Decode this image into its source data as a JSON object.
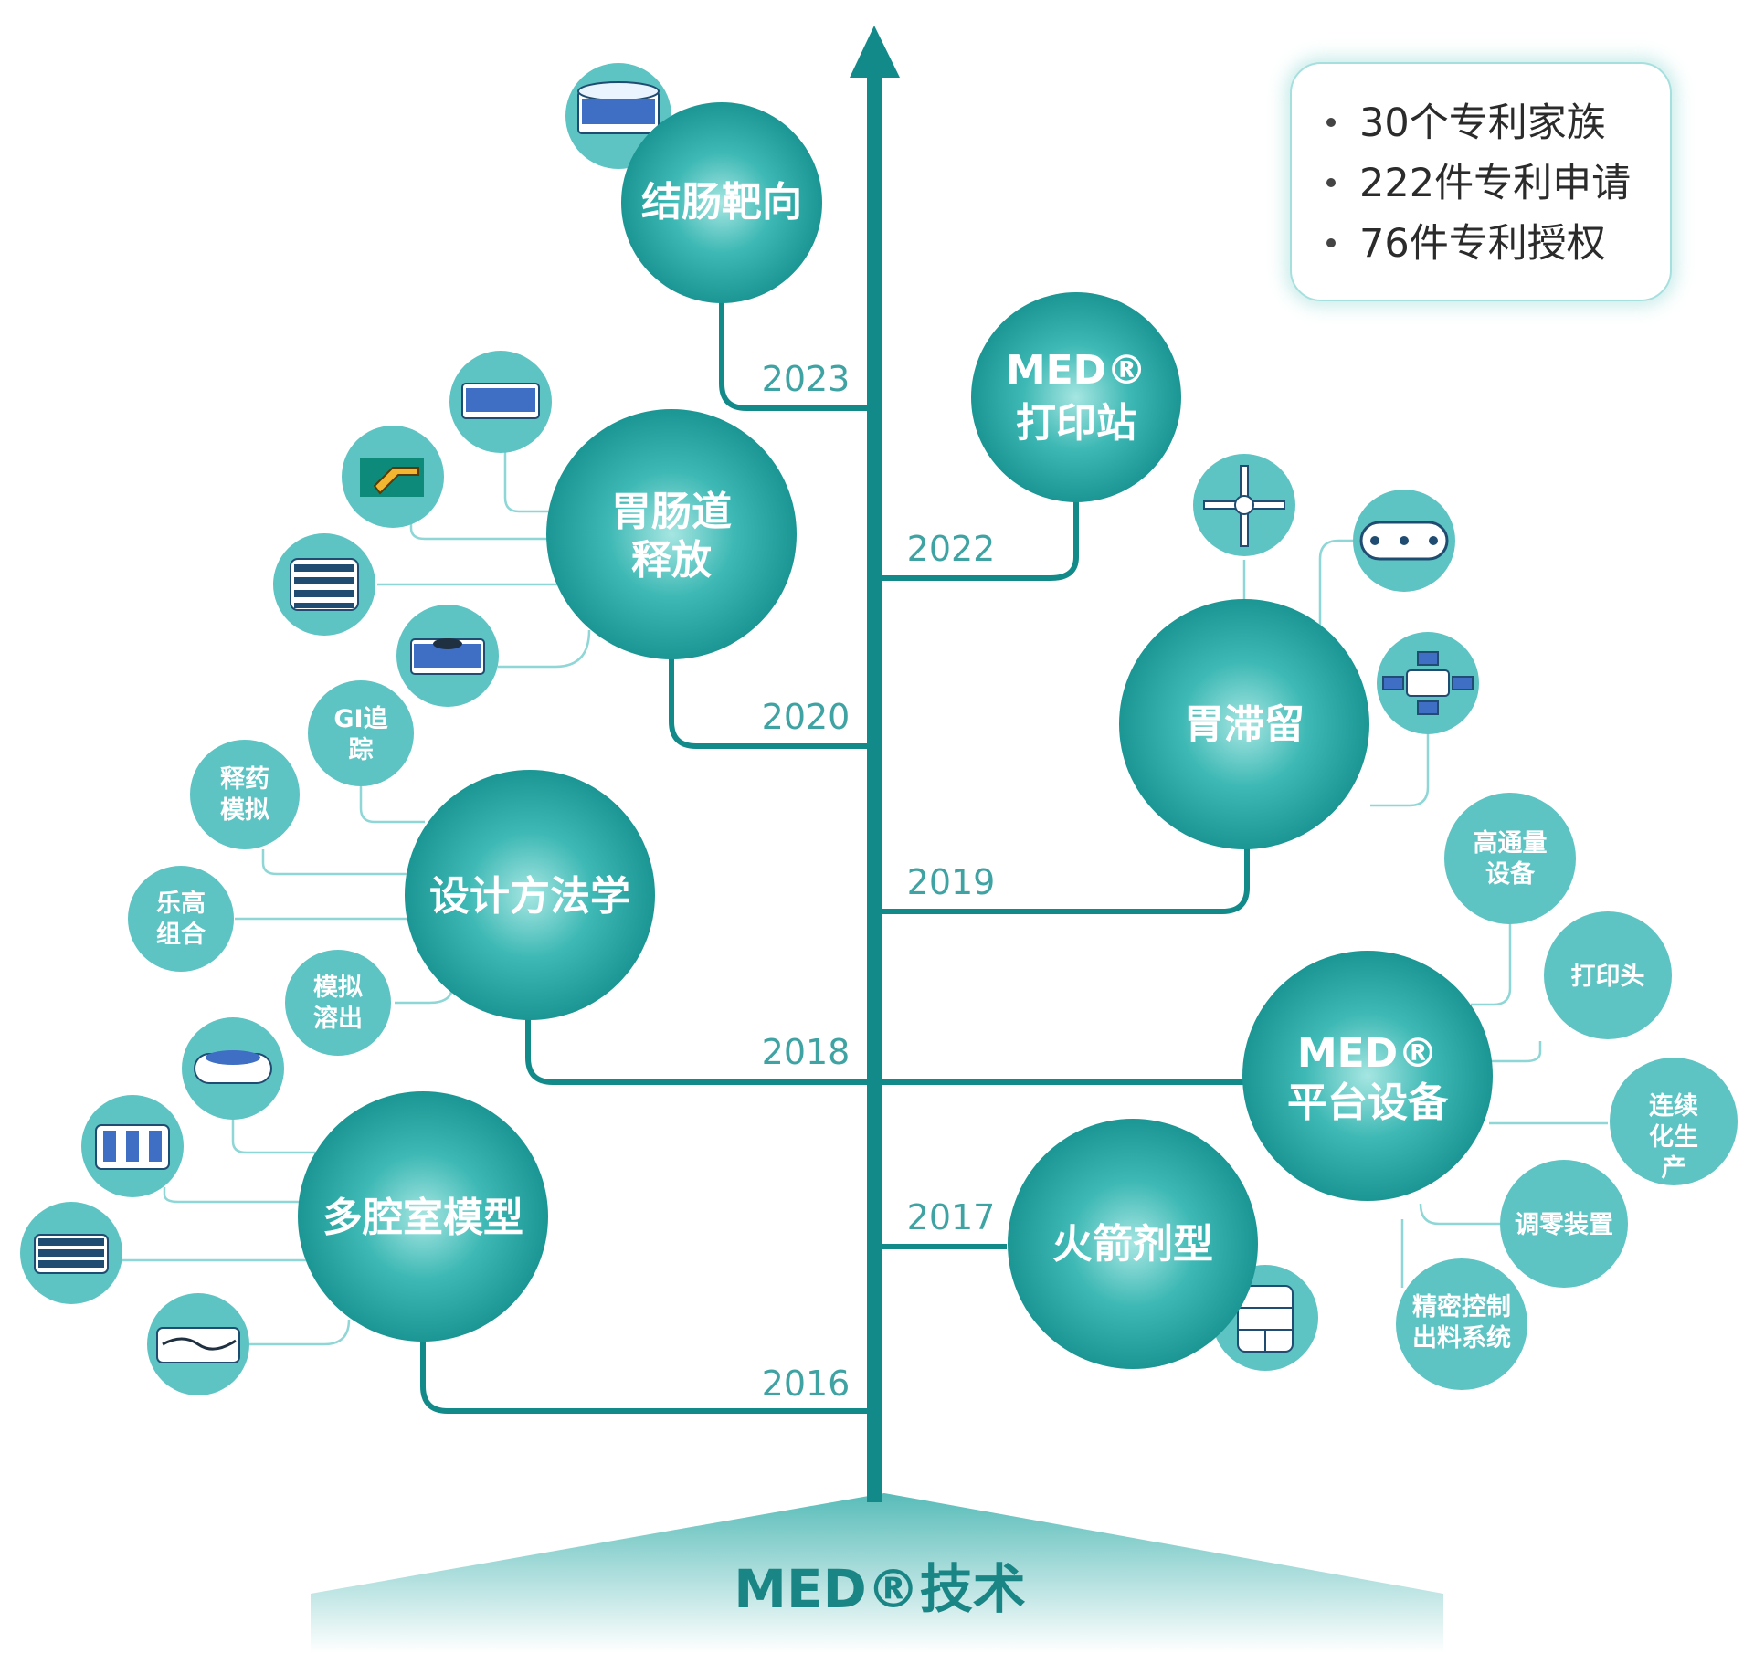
{
  "title": "MED®技术",
  "stats": {
    "items": [
      "30个专利家族",
      "222件专利申请",
      "76件专利授权"
    ]
  },
  "years": {
    "y2023": "2023",
    "y2022": "2022",
    "y2020": "2020",
    "y2019": "2019",
    "y2018": "2018",
    "y2017": "2017",
    "y2016": "2016"
  },
  "nodes": {
    "colon_targeting": "结肠靶向",
    "print_station_l1": "MED®",
    "print_station_l2": "打印站",
    "gi_release_l1": "胃肠道",
    "gi_release_l2": "释放",
    "gastric_retention": "胃滞留",
    "design_methodology": "设计方法学",
    "platform_l1": "MED®",
    "platform_l2": "平台设备",
    "rocket_dosage": "火箭剂型",
    "multi_chamber": "多腔室模型"
  },
  "subnodes": {
    "gi_tracking_l1": "GI追",
    "gi_tracking_l2": "踪",
    "release_sim_l1": "释药",
    "release_sim_l2": "模拟",
    "lego_l1": "乐高",
    "lego_l2": "组合",
    "dissolution_l1": "模拟",
    "dissolution_l2": "溶出",
    "high_throughput_l1": "高通量",
    "high_throughput_l2": "设备",
    "print_head": "打印头",
    "continuous_l1": "连续",
    "continuous_l2": "化生",
    "continuous_l3": "产",
    "zeroing": "调零装置",
    "precision_l1": "精密控制",
    "precision_l2": "出料系统"
  },
  "colors": {
    "teal_dark": "#138a8a",
    "teal_mid": "#2fb3b3",
    "teal_light": "#5ec3c3",
    "connector_light": "#8fd6d6",
    "tablet_blue": "#3f6fc4"
  }
}
